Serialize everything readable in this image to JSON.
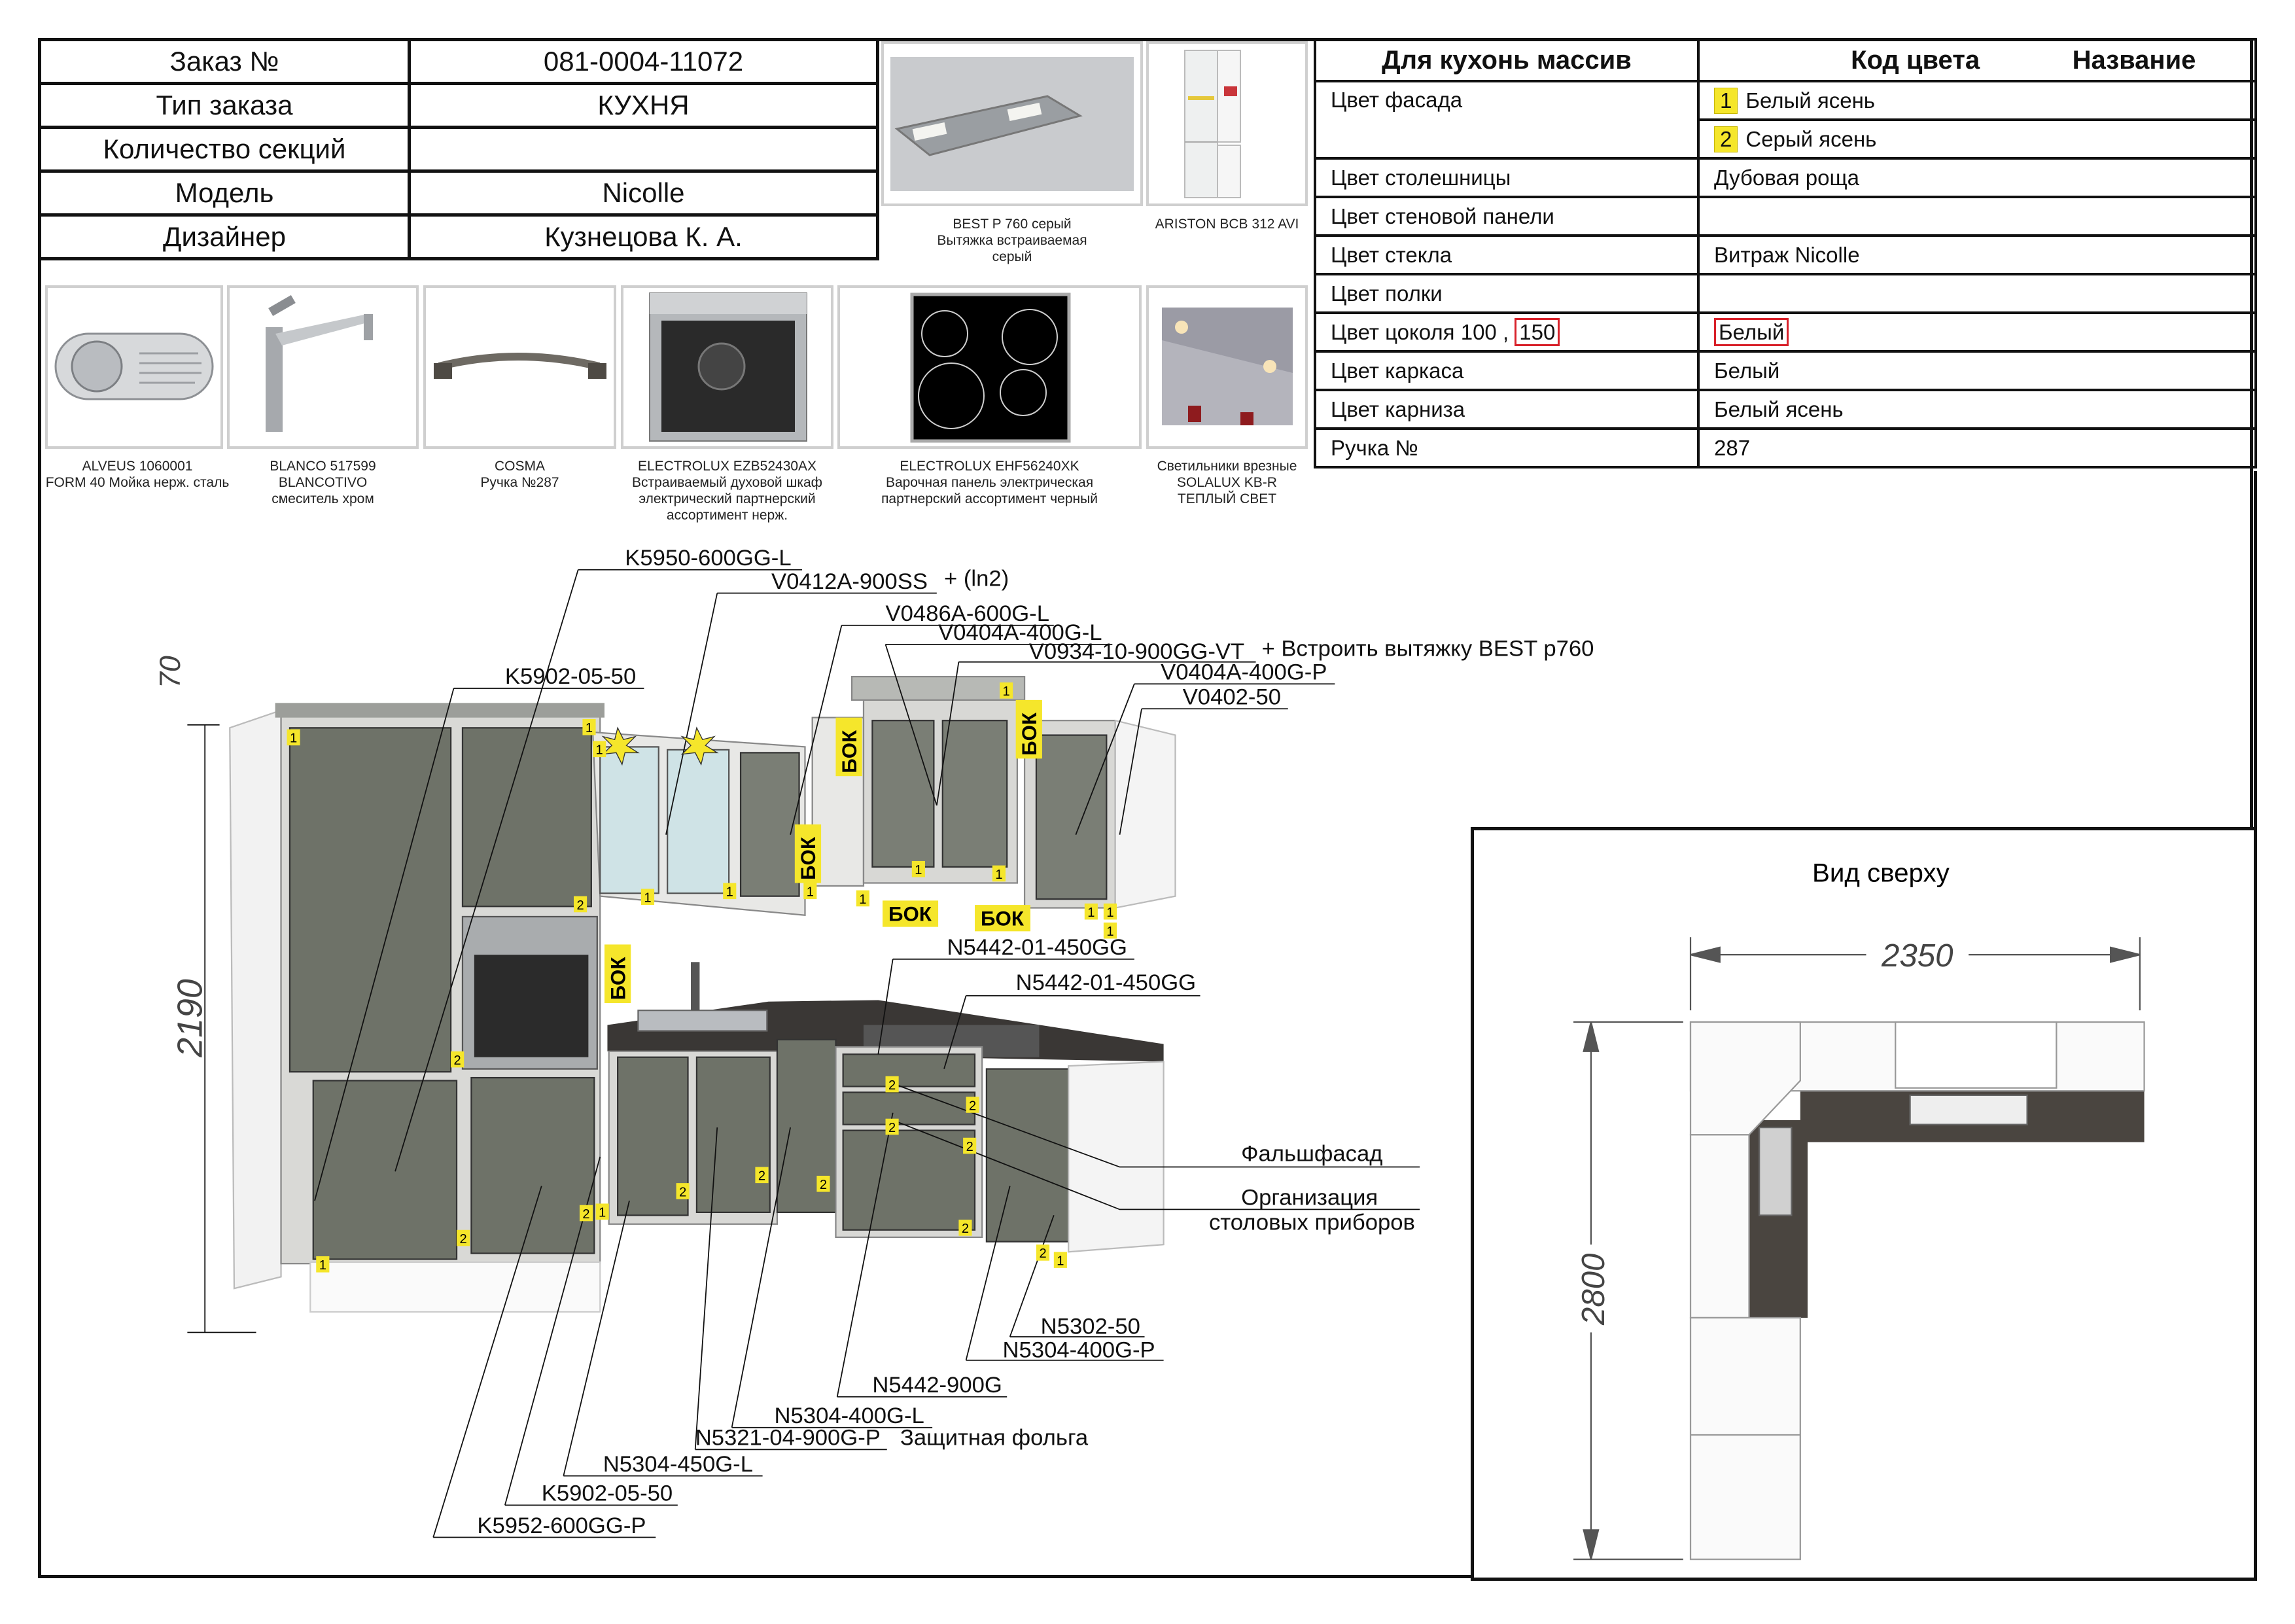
{
  "order": {
    "rows": [
      {
        "label": "Заказ №",
        "value": "081-0004-11072"
      },
      {
        "label": "Тип заказа",
        "value": "КУХНЯ"
      },
      {
        "label": "Количество секций",
        "value": ""
      },
      {
        "label": "Модель",
        "value": "Nicolle"
      },
      {
        "label": "Дизайнер",
        "value": "Кузнецова К. А."
      }
    ]
  },
  "appliances_top": [
    {
      "lines": [
        "BEST P 760 серый",
        "Вытяжка встраиваемая",
        "серый"
      ]
    },
    {
      "lines": [
        "ARISTON BCB 312 AVI"
      ]
    }
  ],
  "appliances": [
    {
      "lines": [
        "ALVEUS 1060001",
        "FORM 40 Мойка нерж. сталь"
      ]
    },
    {
      "lines": [
        "BLANCO 517599",
        "BLANCOTIVO",
        "смеситель хром"
      ]
    },
    {
      "lines": [
        "COSMA",
        "Ручка №287"
      ]
    },
    {
      "lines": [
        "ELECTROLUX EZB52430AX",
        "Встраиваемый духовой шкаф",
        "электрический партнерский",
        "ассортимент нерж."
      ]
    },
    {
      "lines": [
        "ELECTROLUX EHF56240XK",
        "Варочная панель электрическая",
        "партнерский ассортимент черный"
      ]
    },
    {
      "lines": [
        "Светильники врезные",
        "SOLALUX KB-R",
        "ТЕПЛЫЙ СВЕТ"
      ]
    }
  ],
  "specs": {
    "header": {
      "col1": "Для кухонь массив",
      "col2": "Код цвета",
      "col3": "Название"
    },
    "facade": {
      "label": "Цвет фасада",
      "items": [
        {
          "num": "1",
          "name": "Белый ясень"
        },
        {
          "num": "2",
          "name": "Серый ясень"
        }
      ]
    },
    "rows": [
      {
        "label": "Цвет столешницы",
        "value": "Дубовая роща"
      },
      {
        "label": "Цвет стеновой панели",
        "value": ""
      },
      {
        "label": "Цвет стекла",
        "value": "Витраж Nicolle"
      },
      {
        "label": "Цвет полки",
        "value": ""
      },
      {
        "label_pre": "Цвет цоколя 100 ,",
        "label_hl": "150",
        "value": "Белый"
      },
      {
        "label": "Цвет каркаса",
        "value": "Белый"
      },
      {
        "label": "Цвет карниза",
        "value": "Белый ясень"
      },
      {
        "label": "Ручка №",
        "value": "287"
      }
    ]
  },
  "drawing": {
    "labels": {
      "k5950": "K5950-600GG-L",
      "v0412": "V0412A-900SS",
      "v0412_note": "+ (ln2)",
      "v0486": "V0486A-600G-L",
      "v0404l": "V0404A-400G-L",
      "v0934": "V0934-10-900GG-VT",
      "v0934_note": "+ Встроить вытяжку BEST p760",
      "v0404p": "V0404A-400G-P",
      "v0402": "V0402-50",
      "k5902_top": "K5902-05-50",
      "n5442_a": "N5442-01-450GG",
      "n5442_b": "N5442-01-450GG",
      "falsh": "Фальшфасад",
      "org1": "Организация",
      "org2": "столовых приборов",
      "n5302": "N5302-50",
      "n5304p": "N5304-400G-P",
      "n5442_900": "N5442-900G",
      "n5304l": "N5304-400G-L",
      "n5321": "N5321-04-900G-P",
      "n5321_note": "Защитная фольга",
      "n5304_450": "N5304-450G-L",
      "k5902_bot": "K5902-05-50",
      "k5952": "K5952-600GG-P"
    },
    "side_label": "БОК",
    "dims": {
      "height_top": "70",
      "height_total": "2190"
    },
    "badges": [
      "1",
      "1",
      "1",
      "1",
      "1",
      "1",
      "1",
      "1",
      "1",
      "1",
      "1",
      "1",
      "1",
      "2",
      "2",
      "2",
      "2",
      "2",
      "2",
      "2",
      "2",
      "2",
      "2",
      "2",
      "2",
      "2",
      "1",
      "1",
      "1"
    ]
  },
  "top_view": {
    "title": "Вид сверху",
    "width": "2350",
    "depth": "2800"
  },
  "colors": {
    "badge": "#f5e62b",
    "facade": "#6e7268",
    "highlight": "#d8212a"
  }
}
